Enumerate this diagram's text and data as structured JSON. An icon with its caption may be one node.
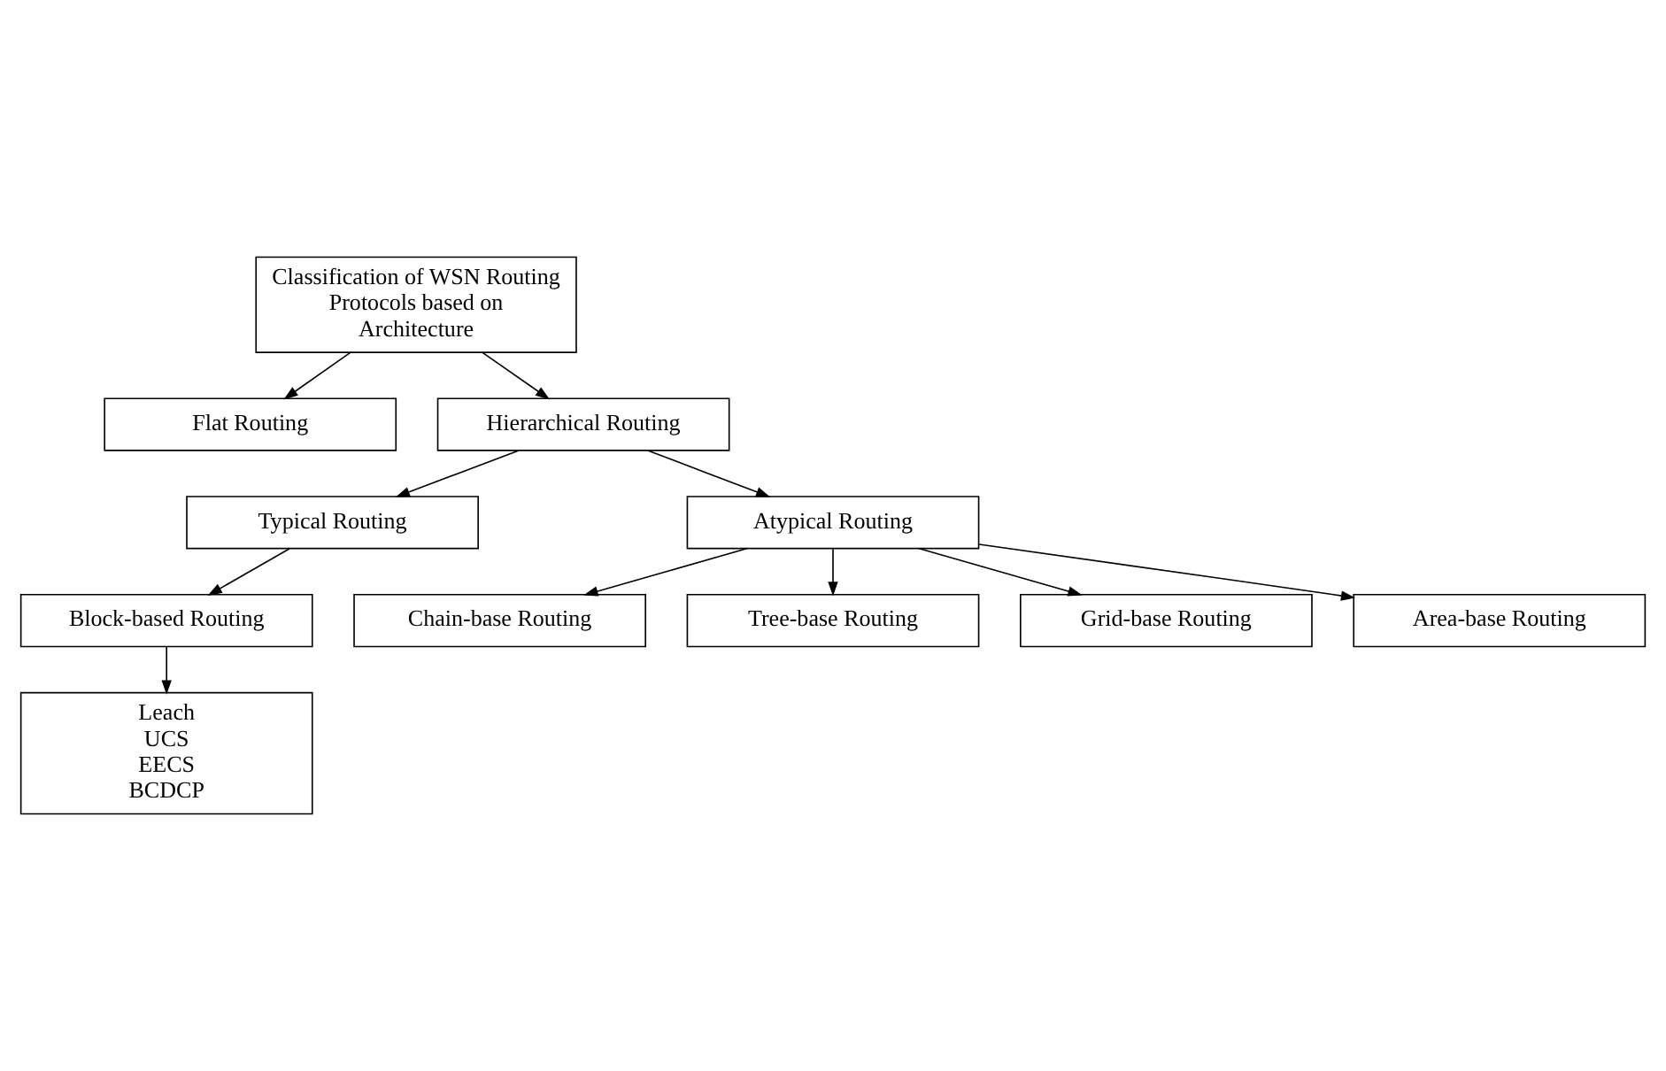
{
  "diagram": {
    "nodes": [
      {
        "text": [
          "Classification of WSN Routing Protocols based on Architecture"
        ]
      },
      {
        "text": [
          "Flat Routing"
        ]
      },
      {
        "text": [
          "Hierarchical Routing"
        ]
      },
      {
        "text": [
          "Typical Routing"
        ]
      },
      {
        "text": [
          "Atypical Routing"
        ]
      },
      {
        "text": [
          "Block-based Routing"
        ]
      },
      {
        "text": [
          "Leach",
          "UCS",
          "EECS",
          "BCDCP"
        ]
      },
      {
        "text": [
          "Chain-base Routing"
        ]
      },
      {
        "text": [
          "Tree-base Routing"
        ]
      },
      {
        "text": [
          "Grid-base Routing"
        ]
      },
      {
        "text": [
          "Area-base Routing"
        ]
      }
    ],
    "edges": [
      {
        "from": 0,
        "to": 1,
        "arrow": "to"
      },
      {
        "from": 0,
        "to": 2,
        "arrow": "to"
      },
      {
        "from": 2,
        "to": 3,
        "arrow": "to"
      },
      {
        "from": 2,
        "to": 4,
        "arrow": "to"
      },
      {
        "from": 3,
        "to": 5,
        "arrow": "to"
      },
      {
        "from": 5,
        "to": 6,
        "arrow": "to"
      },
      {
        "from": 4,
        "to": 7,
        "arrow": "to"
      },
      {
        "from": 4,
        "to": 8,
        "arrow": "to"
      },
      {
        "from": 4,
        "to": 9,
        "arrow": "to"
      },
      {
        "from": 4,
        "to": 10,
        "arrow": "to"
      }
    ]
  }
}
